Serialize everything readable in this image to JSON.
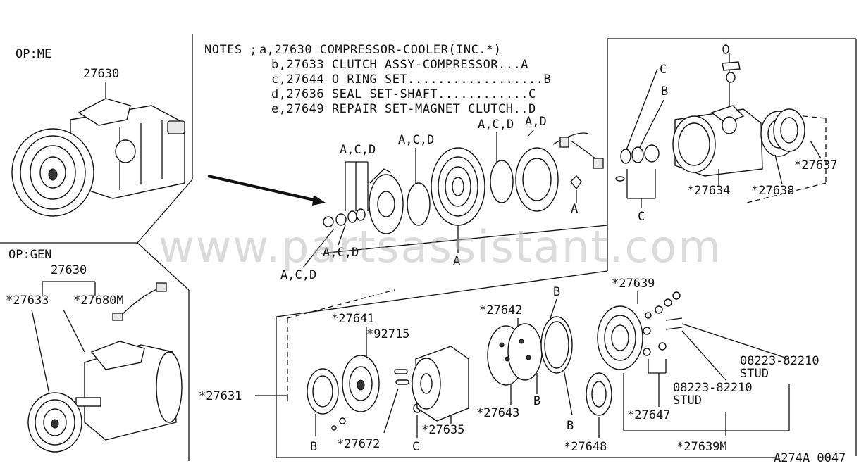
{
  "notes": {
    "heading": "NOTES ;",
    "lines": [
      "a,27630 COMPRESSOR-COOLER(INC.*)",
      "b,27633 CLUTCH ASSY-COMPRESSOR...A",
      "c,27644 O RING SET..................B",
      "d,27636 SEAL SET-SHAFT............C",
      "e,27649 REPAIR SET-MAGNET CLUTCH..D"
    ]
  },
  "variants": {
    "top_label": "OP:ME",
    "top_part": "27630",
    "bottom_label": "OP:GEN",
    "bottom_part": "27630",
    "bottom_sub1": "*27633",
    "bottom_sub2": "*27680M"
  },
  "callouts": {
    "acd_1": "A,C,D",
    "acd_2": "A,C,D",
    "acd_3": "A,C,D",
    "acd_4": "A,C,D",
    "acd_5": "A,C,D",
    "ad": "A,D",
    "a_1": "A",
    "a_2": "A",
    "c_top": "C",
    "b_top": "B",
    "c_bottom": "C",
    "p27634": "*27634",
    "p27638": "*27638",
    "p27637": "*27637",
    "p27631": "*27631",
    "p27641": "*27641",
    "p92715": "*92715",
    "p27672": "*27672",
    "c_lower": "C",
    "b_lower_1": "B",
    "p27635": "*27635",
    "p27642": "*27642",
    "p27643": "*27643",
    "b_lower_2": "B",
    "b_lower_3": "B",
    "b_lower_4": "B",
    "p27648": "*27648",
    "p27639": "*27639",
    "stud1_num": "08223-82210",
    "stud1_txt": "STUD",
    "stud2_num": "08223-82210",
    "stud2_txt": "STUD",
    "p27647": "*27647",
    "p27639m": "*27639M"
  },
  "ref_code": "A274A 0047",
  "watermark": "www.partsassistant.com"
}
